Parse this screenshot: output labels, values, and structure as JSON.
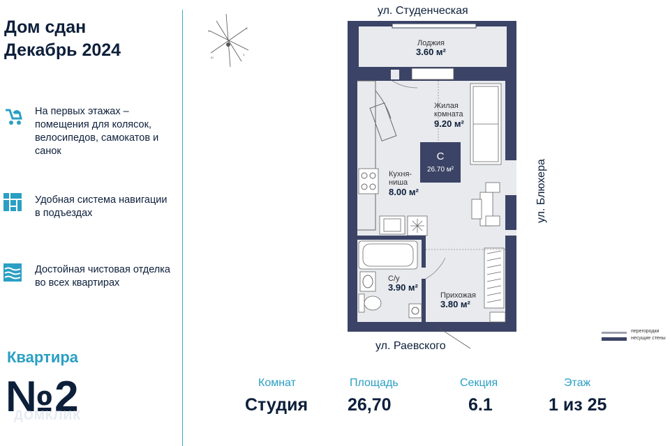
{
  "header": {
    "line1": "Дом сдан",
    "line2": "Декабрь 2024"
  },
  "features": [
    {
      "icon": "stroller-icon",
      "text": "На первых этажах – помещения для колясок, велосипедов, самокатов и санок"
    },
    {
      "icon": "navigation-grid-icon",
      "text": "Удобная система навигации в подъездах"
    },
    {
      "icon": "finishing-icon",
      "text": "Достойная чистовая отделка во всех квартирах"
    }
  ],
  "apartment": {
    "label": "Квартира",
    "number": "№2"
  },
  "stats": [
    {
      "label": "Комнат",
      "value": "Студия"
    },
    {
      "label": "Площадь",
      "value": "26,70"
    },
    {
      "label": "Секция",
      "value": "6.1"
    },
    {
      "label": "Этаж",
      "value": "1 из 25"
    }
  ],
  "plan": {
    "streets": {
      "top": "ул. Студенческая",
      "right": "ул. Блюхера",
      "bottom": "ул. Раевского"
    },
    "rooms": [
      {
        "name": "Лоджия",
        "area": "3.60 м²"
      },
      {
        "name": "Жилая комната",
        "name_line1": "Жилая",
        "name_line2": "комната",
        "area": "9.20 м²"
      },
      {
        "name": "Кухня-ниша",
        "name_line1": "Кухня-",
        "name_line2": "ниша",
        "area": "8.00 м²"
      },
      {
        "name": "С/у",
        "area": "3.90 м²"
      },
      {
        "name": "Прихожая",
        "area": "3.80 м²"
      }
    ],
    "badge": {
      "letter": "С",
      "area": "26.70 м²"
    },
    "legend": [
      {
        "label": "перегородки"
      },
      {
        "label": "несущие стены"
      }
    ],
    "colors": {
      "wall": "#3b4466",
      "floor": "#e8eaee",
      "badge": "#3b4466"
    }
  },
  "watermark": "ДОМКЛИК"
}
